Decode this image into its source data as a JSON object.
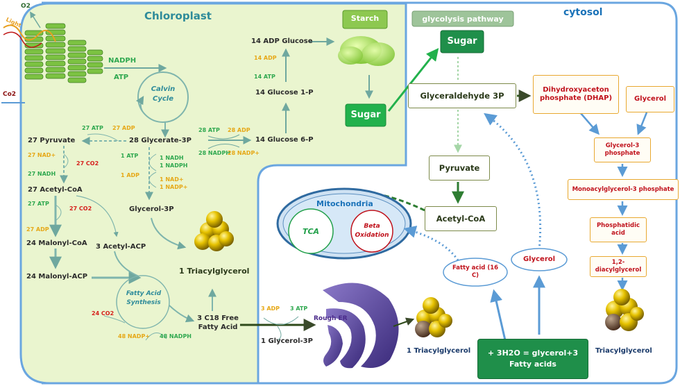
{
  "chloroplast": {
    "title": "Chloroplast",
    "o2": "O2",
    "light": "Light",
    "co2": "Co2",
    "nadph": "NADPH",
    "atp": "ATP",
    "calvin_cycle": "Calvin Cycle",
    "starch": "Starch",
    "sugar": "Sugar",
    "adp_glucose": "14 ADP Glucose",
    "adp_14": "14 ADP",
    "atp_14": "14 ATP",
    "glucose_1p": "14 Glucose 1-P",
    "glucose_6p": "14 Glucose 6-P",
    "glycerate": "28 Glycerate-3P",
    "atp_28": "28 ATP",
    "adp_28": "28 ADP",
    "nadph_28": "28 NADPH",
    "nadp_28": "28 NADP+",
    "pyruvate": "27 Pyruvate",
    "atp_27a": "27 ATP",
    "adp_27a": "27 ADP",
    "nad_27": "27 NAD+",
    "co2_27a": "27 CO2",
    "nadh_27": "27 NADH",
    "acetyl_coa": "27 Acetyl-CoA",
    "atp_27b": "27 ATP",
    "co2_27b": "27 CO2",
    "adp_27b": "27 ADP",
    "malonyl_coa": "24 Malonyl-CoA",
    "malonyl_acp": "24 Malonyl-ACP",
    "acetyl_acp": "3 Acetyl-ACP",
    "atp_1": "1 ATP",
    "adp_1": "1 ADP",
    "nadh_1": "1 NADH",
    "nadph_1": "1 NADPH",
    "nad_1": "1 NAD+",
    "nadp_1": "1 NADP+",
    "glycerol_3p": "Glycerol-3P",
    "triacylglycerol": "1 Triacylglycerol",
    "fas": "Fatty Acid Synthesis",
    "co2_24": "24 CO2",
    "nadp_48": "48 NADP+",
    "nadph_48": "48 NADPH",
    "free_fa": "3 C18 Free Fatty Acid"
  },
  "er": {
    "adp_3": "3 ADP",
    "atp_3": "3 ATP",
    "glycerol_3p": "1 Glycerol-3P",
    "rough_er": "Rough ER",
    "triacylglycerol": "1 Triacylglycerol"
  },
  "cytosol": {
    "title": "cytosol",
    "glycolysis": "glycolysis pathway",
    "sugar": "Sugar",
    "g3p": "Glyceraldehyde 3P",
    "dhap": "Dihydroxyaceton phosphate (DHAP)",
    "glycerol_box": "Glycerol",
    "pyruvate": "Pyruvate",
    "acetyl_coa": "Acetyl-CoA",
    "mitochondria": "Mitochondria",
    "tca": "TCA",
    "beta": "Beta Oxidation",
    "fatty_acid": "Fatty acid (16 C)",
    "glycerol_oval": "Glycerol",
    "hydrolysis": "+ 3H2O = glycerol+3 Fatty acids",
    "glycerol3_phosphate": "Glycerol-3 phosphate",
    "monoacyl": "Monoacylglycerol-3 phosphate",
    "phosphatidic": "Phosphatidic acid",
    "diacyl": "1,2-diacylglycerol",
    "triacylglycerol": "Triacylglycerol"
  },
  "colors": {
    "chloroplast_fill": "#eaf5cf",
    "membrane": "#6aa6e0",
    "title_teal": "#2e8b9a",
    "dark_green_box": "#1f8f4a",
    "orange_border": "#e8a830",
    "arrow_teal": "#7fb5ad",
    "arrow_blue": "#5b9bd5"
  }
}
